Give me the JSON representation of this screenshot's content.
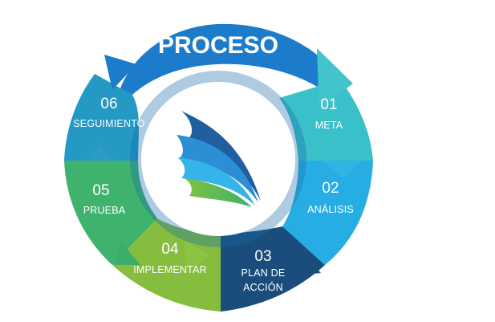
{
  "title": "PROCESO",
  "steps": [
    {
      "number": "01",
      "name": "META",
      "color": "#39c0c8"
    },
    {
      "number": "02",
      "name": "ANÁLISIS",
      "color": "#26aee4"
    },
    {
      "number": "03",
      "name_lines": [
        "PLAN DE",
        "ACCIÓN"
      ],
      "color": "#1a4d7b"
    },
    {
      "number": "04",
      "name": "IMPLEMENTAR",
      "color": "#86bd3e"
    },
    {
      "number": "05",
      "name": "PRUEBA",
      "color": "#3fb36e"
    },
    {
      "number": "06",
      "name": "SEGUIMIENTO",
      "color": "#2399c3"
    }
  ],
  "colors": {
    "title_band": "#1c7ccb",
    "arrow_01": "#42c4ca",
    "arrow_02": "#31b3e5",
    "arrow_03": "#1a4d7b",
    "arrow_04": "#8cc343",
    "arrow_05": "#3cae6b",
    "arrow_06": "#2c9bc6"
  },
  "center_icon": "wave-swirl-logo"
}
